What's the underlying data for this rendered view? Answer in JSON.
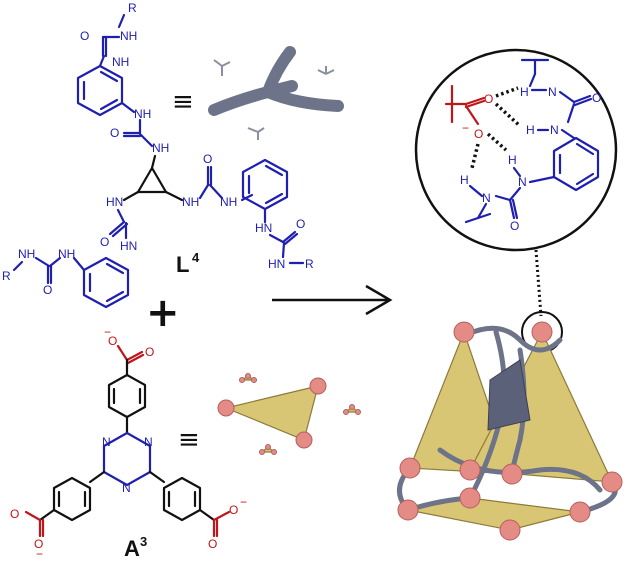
{
  "labels": {
    "ligand_name": "L",
    "ligand_sup": "4",
    "anion_name": "A",
    "anion_sup": "3",
    "equiv_symbol": "≡",
    "plus_symbol": "+"
  },
  "groups": {
    "r": "R",
    "nh": "NH",
    "hn": "HN",
    "n": "N",
    "h": "H",
    "o": "O",
    "o_minus": "O",
    "minus": "−",
    "charge_minus": "−",
    "o_dbl": "O"
  },
  "colors": {
    "ligand": "#1f1fb0",
    "anion": "#c0161b",
    "backbone": "#111111",
    "cage_face": "#d9c674",
    "cage_node": "#e48b86",
    "cage_strand": "#6d7389"
  }
}
